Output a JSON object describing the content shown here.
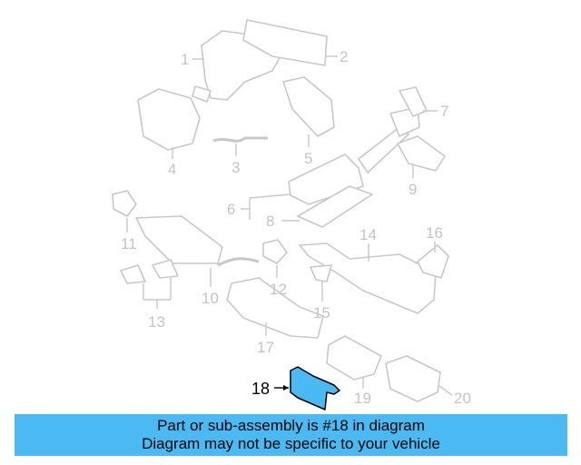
{
  "diagram": {
    "callouts": [
      "1",
      "2",
      "3",
      "4",
      "5",
      "6",
      "7",
      "8",
      "9",
      "10",
      "11",
      "12",
      "13",
      "14",
      "15",
      "16",
      "17",
      "18",
      "19",
      "20"
    ],
    "highlighted_callout": "18",
    "highlight_color": "#4cbaf2"
  },
  "banner": {
    "line1": "Part or sub-assembly is #18 in diagram",
    "line2": "Diagram may not be specific to your vehicle"
  }
}
